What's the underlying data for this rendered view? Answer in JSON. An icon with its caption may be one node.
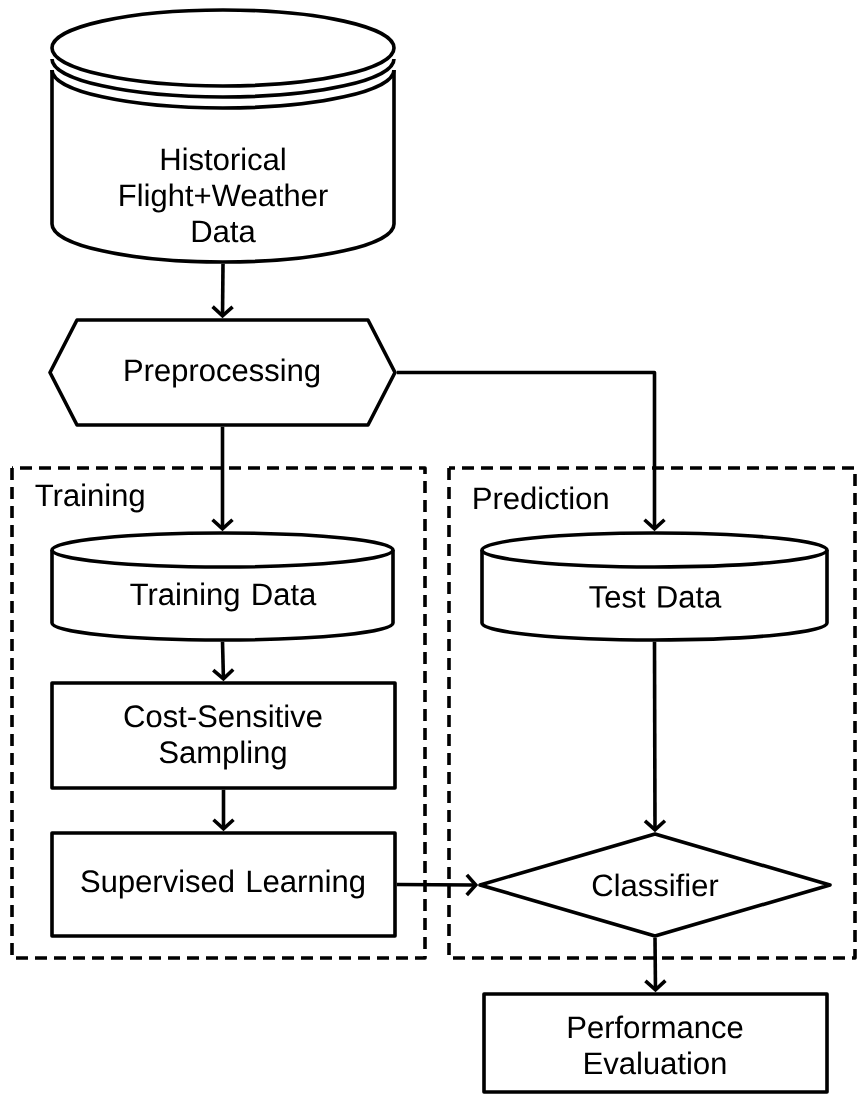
{
  "diagram": {
    "nodes": [
      {
        "text": [
          "Historical Flight+Weather Data"
        ]
      },
      {
        "text": [
          "Preprocessing"
        ]
      },
      {
        "text": [
          "Training"
        ]
      },
      {
        "text": [
          "Prediction"
        ]
      },
      {
        "text": [
          "Training Data"
        ],
        "in": 2
      },
      {
        "text": [
          "Test Data"
        ],
        "in": 3
      },
      {
        "text": [
          "Cost-Sensitive Sampling"
        ],
        "in": 2
      },
      {
        "text": [
          "Supervised Learning"
        ],
        "in": 2
      },
      {
        "text": [
          "Classifier"
        ],
        "in": 3
      },
      {
        "text": [
          "Performance Evaluation"
        ]
      }
    ],
    "edges": [
      {
        "from": 0,
        "to": 1,
        "arrow": "to"
      },
      {
        "from": 1,
        "to": 4,
        "arrow": "to"
      },
      {
        "from": 1,
        "to": 5,
        "arrow": "to"
      },
      {
        "from": 4,
        "to": 6,
        "arrow": "to"
      },
      {
        "from": 6,
        "to": 7,
        "arrow": "to"
      },
      {
        "from": 7,
        "to": 8,
        "arrow": "to"
      },
      {
        "from": 5,
        "to": 8,
        "arrow": "to"
      },
      {
        "from": 8,
        "to": 9,
        "arrow": "to"
      }
    ]
  }
}
